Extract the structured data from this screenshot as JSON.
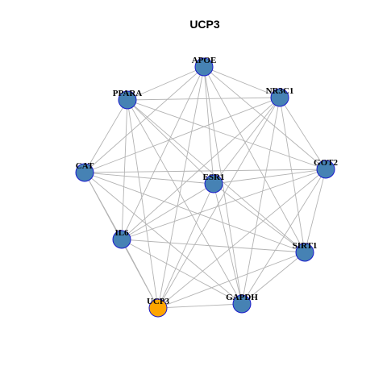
{
  "title": "UCP3",
  "colors": {
    "node_default": "#4682b4",
    "node_focus": "#ffa500",
    "node_border": "#1a1acc",
    "edge": "#b3b3b3"
  },
  "nodes": [
    {
      "id": "APOE",
      "label": "APOE",
      "focus": false
    },
    {
      "id": "NR3C1",
      "label": "NR3C1",
      "focus": false
    },
    {
      "id": "GOT2",
      "label": "GOT2",
      "focus": false
    },
    {
      "id": "SIRT1",
      "label": "SIRT1",
      "focus": false
    },
    {
      "id": "GAPDH",
      "label": "GAPDH",
      "focus": false
    },
    {
      "id": "UCP3",
      "label": "UCP3",
      "focus": true
    },
    {
      "id": "IL6",
      "label": "IL6",
      "focus": false
    },
    {
      "id": "CAT",
      "label": "CAT",
      "focus": false
    },
    {
      "id": "PPARA",
      "label": "PPARA",
      "focus": false
    },
    {
      "id": "ESR1",
      "label": "ESR1",
      "focus": false
    }
  ],
  "edges": [
    [
      "APOE",
      "PPARA"
    ],
    [
      "APOE",
      "NR3C1"
    ],
    [
      "APOE",
      "CAT"
    ],
    [
      "APOE",
      "GOT2"
    ],
    [
      "APOE",
      "IL6"
    ],
    [
      "APOE",
      "UCP3"
    ],
    [
      "APOE",
      "GAPDH"
    ],
    [
      "APOE",
      "SIRT1"
    ],
    [
      "APOE",
      "ESR1"
    ],
    [
      "PPARA",
      "NR3C1"
    ],
    [
      "PPARA",
      "CAT"
    ],
    [
      "PPARA",
      "IL6"
    ],
    [
      "PPARA",
      "UCP3"
    ],
    [
      "PPARA",
      "GAPDH"
    ],
    [
      "PPARA",
      "SIRT1"
    ],
    [
      "PPARA",
      "ESR1"
    ],
    [
      "PPARA",
      "GOT2"
    ],
    [
      "NR3C1",
      "CAT"
    ],
    [
      "NR3C1",
      "IL6"
    ],
    [
      "NR3C1",
      "UCP3"
    ],
    [
      "NR3C1",
      "GAPDH"
    ],
    [
      "NR3C1",
      "SIRT1"
    ],
    [
      "NR3C1",
      "ESR1"
    ],
    [
      "NR3C1",
      "GOT2"
    ],
    [
      "CAT",
      "GOT2"
    ],
    [
      "CAT",
      "ESR1"
    ],
    [
      "CAT",
      "IL6"
    ],
    [
      "CAT",
      "UCP3"
    ],
    [
      "CAT",
      "GAPDH"
    ],
    [
      "CAT",
      "SIRT1"
    ],
    [
      "GOT2",
      "ESR1"
    ],
    [
      "GOT2",
      "IL6"
    ],
    [
      "GOT2",
      "UCP3"
    ],
    [
      "GOT2",
      "GAPDH"
    ],
    [
      "GOT2",
      "SIRT1"
    ],
    [
      "ESR1",
      "IL6"
    ],
    [
      "ESR1",
      "SIRT1"
    ],
    [
      "ESR1",
      "GAPDH"
    ],
    [
      "ESR1",
      "UCP3"
    ],
    [
      "IL6",
      "SIRT1"
    ],
    [
      "IL6",
      "GAPDH"
    ],
    [
      "IL6",
      "UCP3"
    ],
    [
      "SIRT1",
      "UCP3"
    ],
    [
      "SIRT1",
      "GAPDH"
    ],
    [
      "UCP3",
      "GAPDH"
    ]
  ]
}
